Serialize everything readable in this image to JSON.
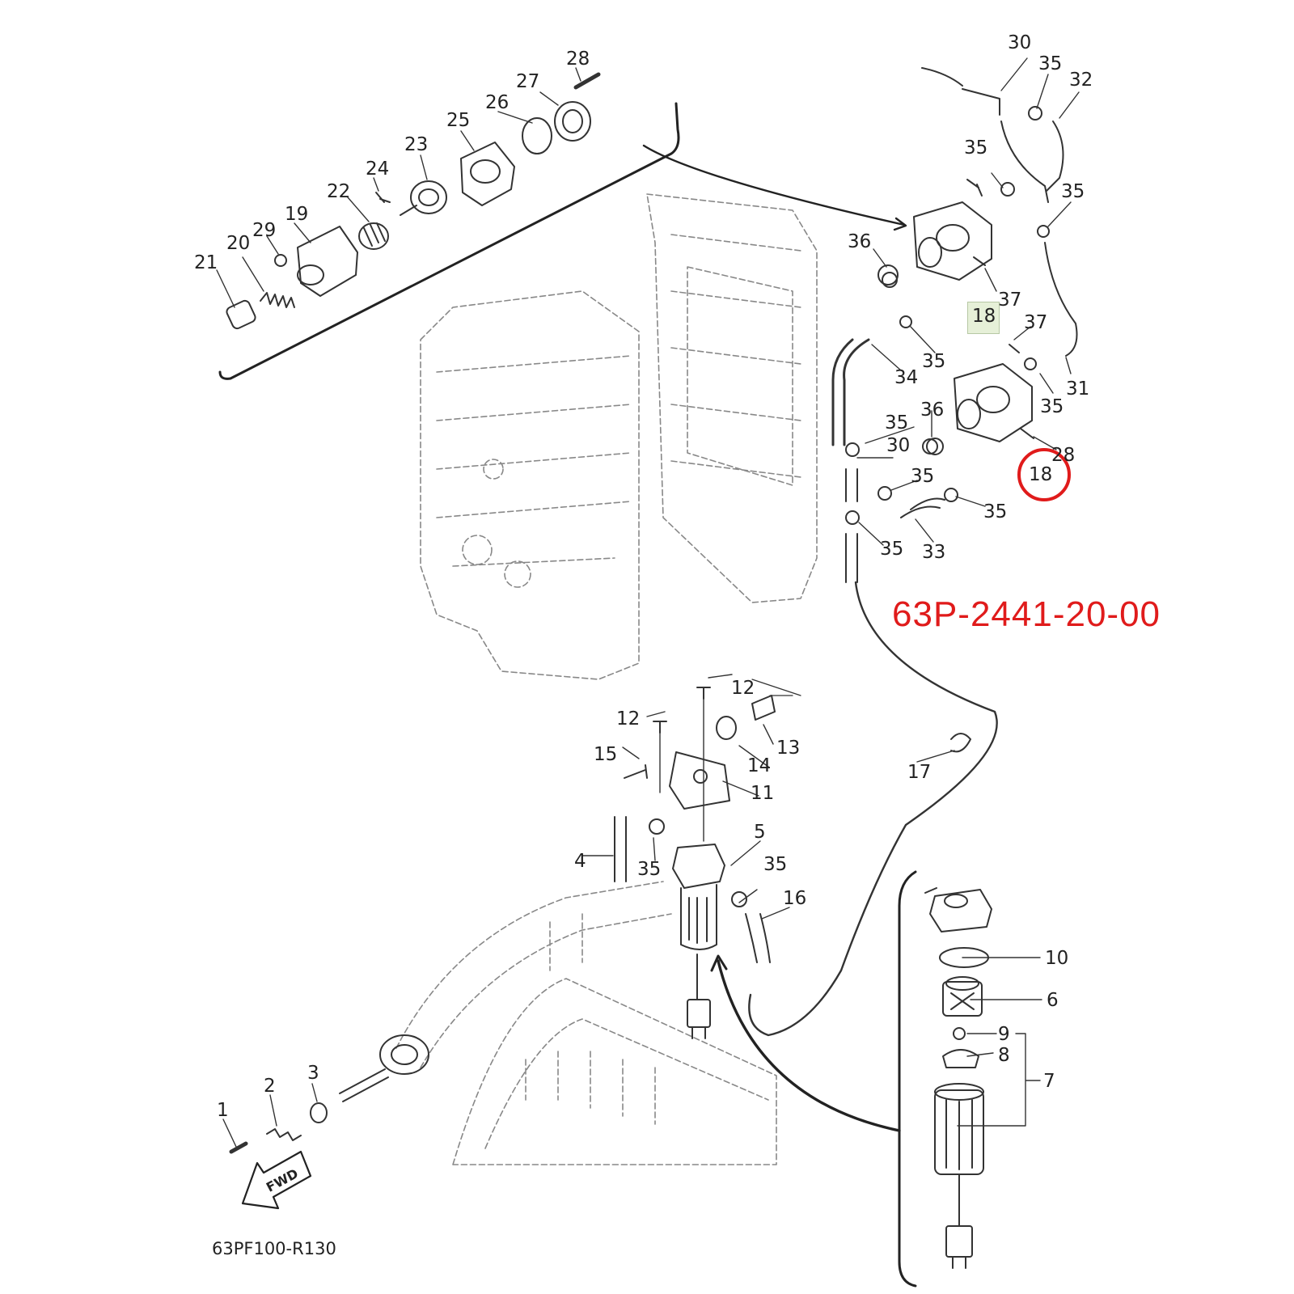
{
  "part_number": "63P-2441-20-00",
  "diagram_code": "63PF100-R130",
  "highlight": {
    "circled_callout": "18",
    "circle_color": "#e01b1b",
    "part_number_color": "#e01b1b",
    "shaded_callout": "18",
    "shade_color": "#e6f0d8"
  },
  "fwd_arrow": {
    "label": "FWD",
    "icon": "fwd-arrow-icon"
  },
  "callouts": {
    "c1": "1",
    "c2": "2",
    "c3": "3",
    "c4": "4",
    "c5": "5",
    "c6": "6",
    "c7": "7",
    "c8": "8",
    "c9": "9",
    "c10": "10",
    "c11": "11",
    "c12a": "12",
    "c12b": "12",
    "c13": "13",
    "c14": "14",
    "c15": "15",
    "c16": "16",
    "c17": "17",
    "c18a": "18",
    "c18b": "18",
    "c19": "19",
    "c20": "20",
    "c21": "21",
    "c22": "22",
    "c23": "23",
    "c24": "24",
    "c25": "25",
    "c26": "26",
    "c27": "27",
    "c28": "28",
    "c28b": "28",
    "c29": "29",
    "c30a": "30",
    "c30b": "30",
    "c31": "31",
    "c32": "32",
    "c33": "33",
    "c34": "34",
    "c35a": "35",
    "c35b": "35",
    "c35c": "35",
    "c35d": "35",
    "c35e": "35",
    "c35f": "35",
    "c35g": "35",
    "c35h": "35",
    "c35i": "35",
    "c35j": "35",
    "c35k": "35",
    "c36a": "36",
    "c36b": "36",
    "c37a": "37",
    "c37b": "37"
  }
}
